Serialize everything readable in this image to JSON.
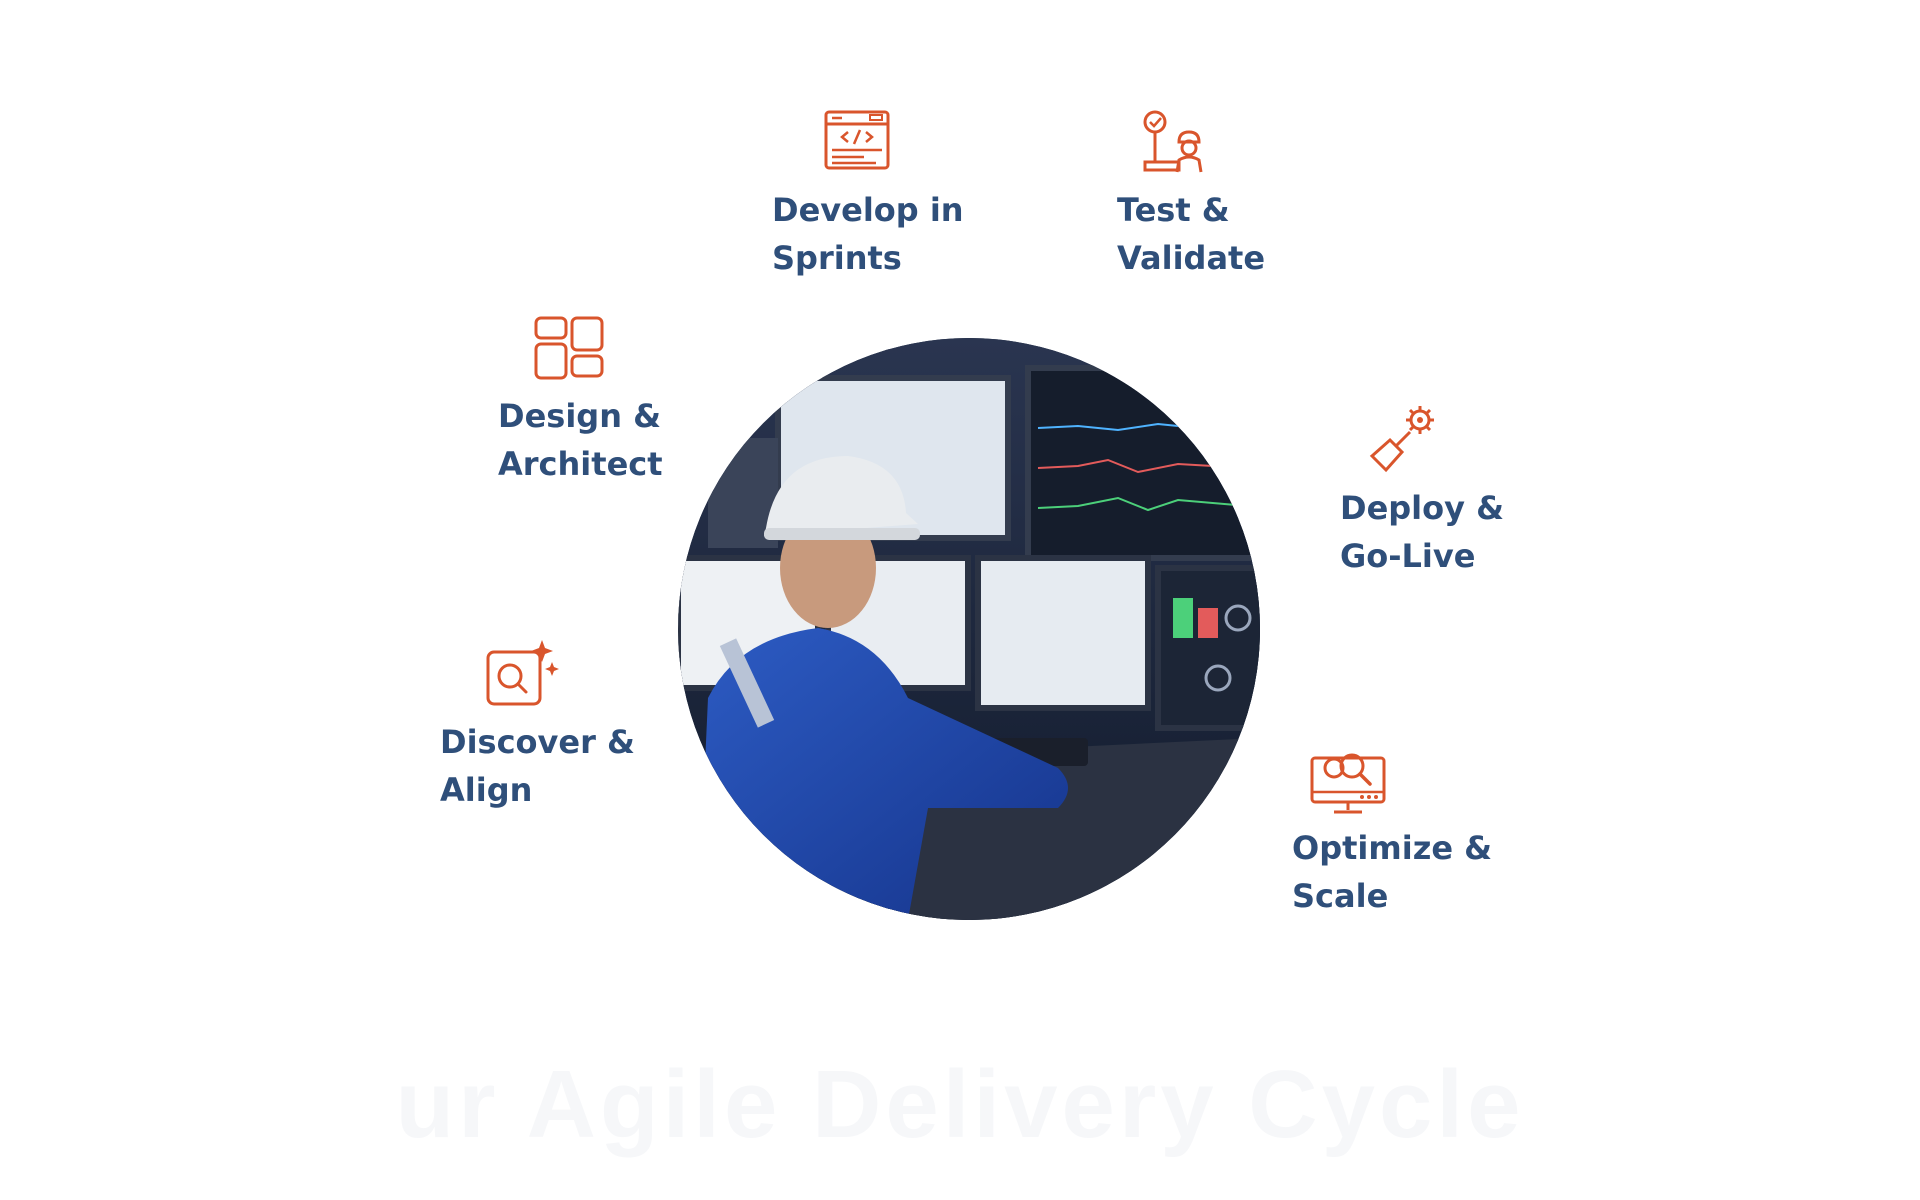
{
  "colors": {
    "label": "#2f4f7a",
    "icon": "#d9552c",
    "background": "#ffffff"
  },
  "steps": [
    {
      "id": "discover",
      "line1": "Discover &",
      "line2": "Align",
      "icon": "document-search-sparkle-icon"
    },
    {
      "id": "design",
      "line1": "Design &",
      "line2": "Architect",
      "icon": "layout-grid-icon"
    },
    {
      "id": "develop",
      "line1": "Develop in",
      "line2": "Sprints",
      "icon": "code-window-icon"
    },
    {
      "id": "test",
      "line1": "Test &",
      "line2": "Validate",
      "icon": "engineer-gear-check-icon"
    },
    {
      "id": "deploy",
      "line1": "Deploy &",
      "line2": "Go-Live",
      "icon": "launch-gear-icon"
    },
    {
      "id": "optimize",
      "line1": "Optimize &",
      "line2": "Scale",
      "icon": "monitor-gear-search-icon"
    }
  ],
  "center_image": "control-room-engineer-photo",
  "footer_text": "ur Agile Delivery Cycle"
}
